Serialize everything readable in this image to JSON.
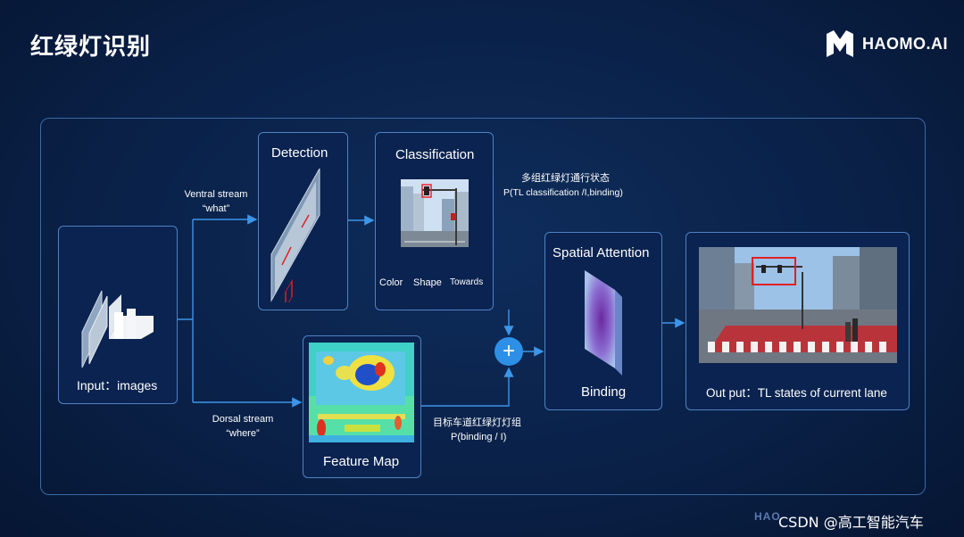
{
  "header": {
    "title": "红绿灯识别",
    "brand": "HAOMO.AI"
  },
  "input": {
    "label": "Input：images"
  },
  "ventral": {
    "line1": "Ventral stream",
    "line2": "“what”"
  },
  "dorsal": {
    "line1": "Dorsal stream",
    "line2": "“where”"
  },
  "detection": {
    "title": "Detection"
  },
  "classification": {
    "title": "Classification",
    "attr_color": "Color",
    "attr_shape": "Shape",
    "attr_towards": "Towards"
  },
  "cls_note": {
    "cn": "多组红绿灯通行状态",
    "en": "P(TL classification /I,binding)"
  },
  "feature_map": {
    "title": "Feature Map"
  },
  "bind_note": {
    "cn": "目标车道红绿灯灯组",
    "en": "P(binding / I)"
  },
  "combine": {
    "symbol": "+"
  },
  "spatial": {
    "title": "Spatial Attention",
    "caption": "Binding"
  },
  "output": {
    "label": "Out put：TL states of current lane"
  },
  "watermark": {
    "faint": "HAO",
    "text": "CSDN @高工智能汽车"
  },
  "colors": {
    "box_border": "#4f82c2",
    "arrow": "#3d95e8",
    "plus": "#2e8fe6",
    "highlight": "#e02020"
  }
}
